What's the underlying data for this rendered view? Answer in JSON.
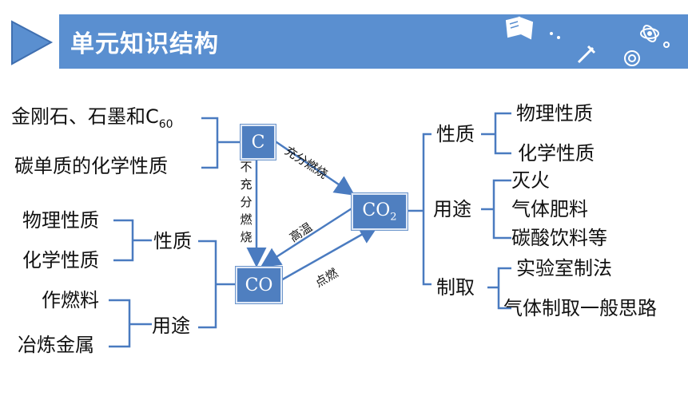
{
  "header": {
    "title": "单元知识结构"
  },
  "colors": {
    "accent": "#5a8fd0",
    "node_fill": "#4f7fc0",
    "line": "#4a7bc0"
  },
  "left_top": {
    "item1": "金刚石、石墨和C",
    "item1_sub": "60",
    "item2": "碳单质的化学性质"
  },
  "co_branch": {
    "props_items": [
      "物理性质",
      "化学性质"
    ],
    "props_label": "性质",
    "uses_items": [
      "作燃料",
      "冶炼金属"
    ],
    "uses_label": "用途"
  },
  "nodes": {
    "c": "C",
    "co": "CO",
    "co2": "CO",
    "co2_sub": "2"
  },
  "conditions": {
    "c_to_co2": "充分燃烧",
    "c_to_co": [
      "不",
      "充",
      "分",
      "燃",
      "烧"
    ],
    "c_to_co_label": "不充分燃烧",
    "co2_to_co": "高温",
    "co_to_co2": "点燃"
  },
  "co2_branch": {
    "props_label": "性质",
    "props_items": [
      "物理性质",
      "化学性质"
    ],
    "uses_label": "用途",
    "uses_items": [
      "灭火",
      "气体肥料",
      "碳酸饮料等"
    ],
    "prep_label": "制取",
    "prep_items": [
      "实验室制法",
      "气体制取一般思路"
    ]
  },
  "decor_icons": [
    "book-icon",
    "atom-icon",
    "test-tube-icon",
    "flask-icon",
    "globe-icon"
  ]
}
